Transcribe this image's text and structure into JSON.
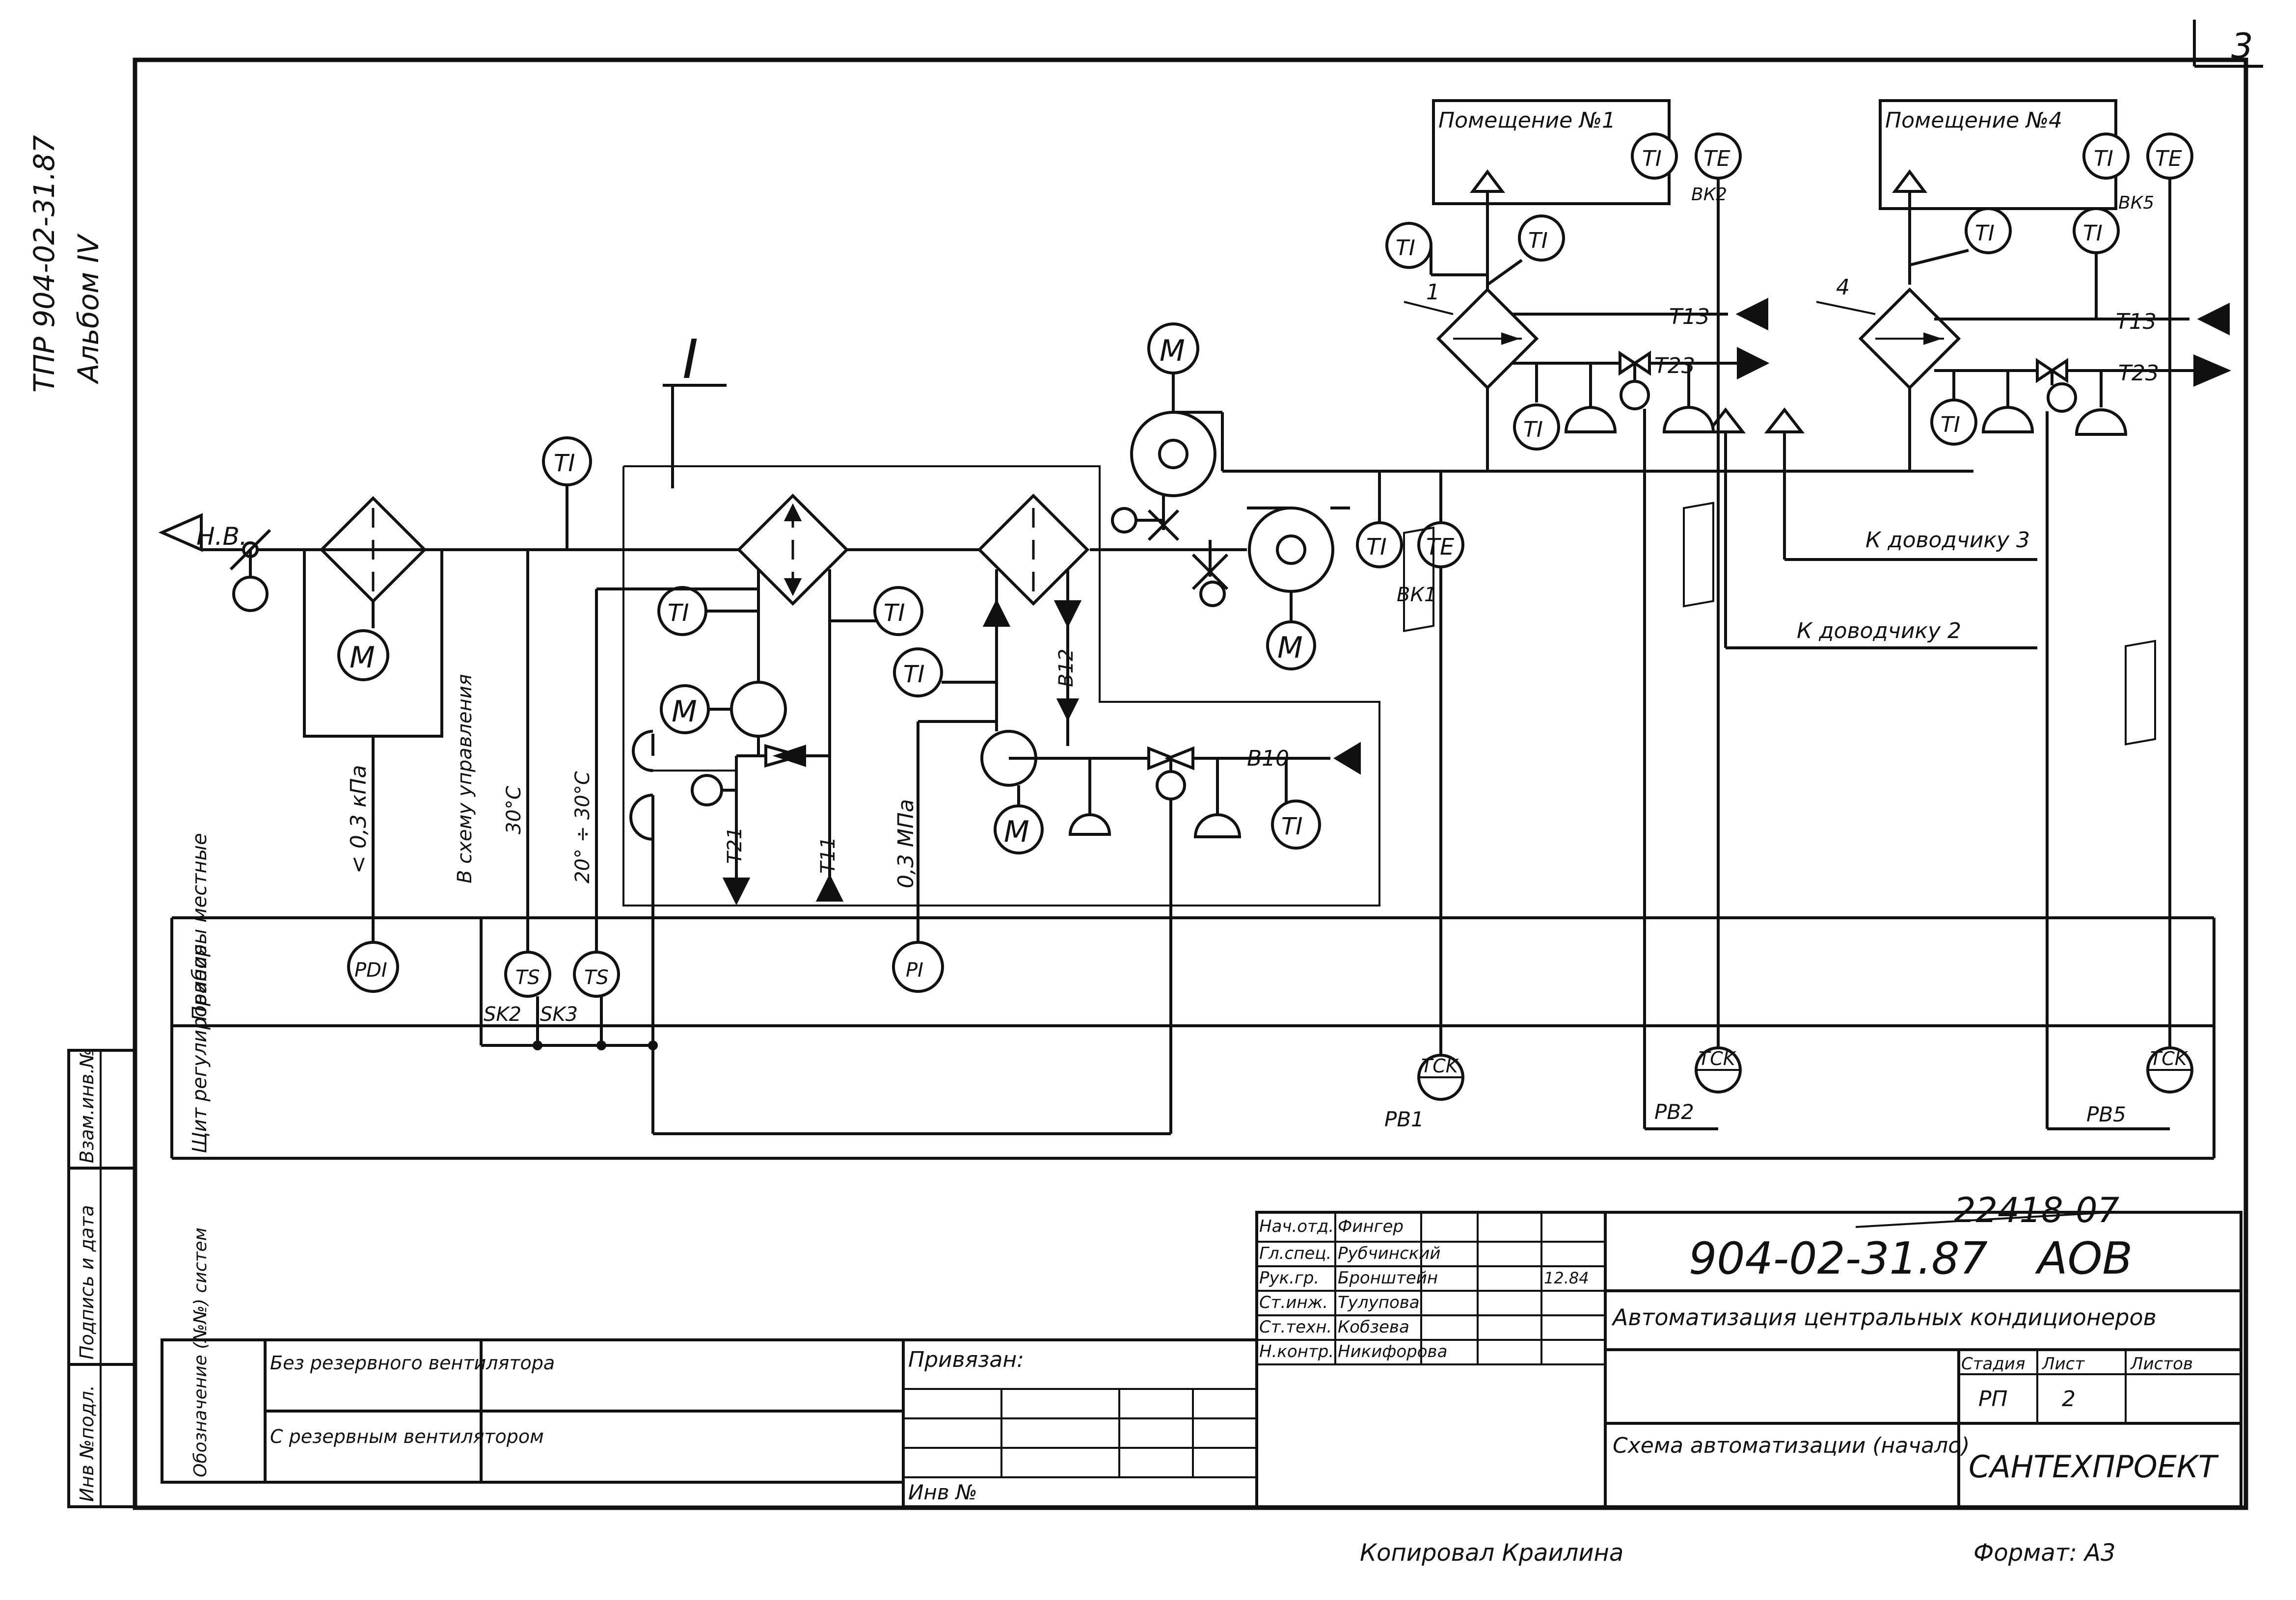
{
  "sheet": {
    "number": "3",
    "side_code": "ТПР 904-02-31.87",
    "side_album": "Альбом IV",
    "copied": "Копировал Краилина",
    "format": "Формат: А3",
    "doc_number_hand": "22418-07"
  },
  "rooms": [
    {
      "title": "Помещение №1",
      "te_tag": "ВК2",
      "pb": "РВ2"
    },
    {
      "title": "Помещение №4",
      "te_tag": "ВК5",
      "pb": "РВ5"
    }
  ],
  "labels": {
    "outdoor_air": "Н.В.",
    "section_mark": "I",
    "ti": "TI",
    "te": "TE",
    "pi": "PI",
    "pdi": "PDI",
    "ts": "TS",
    "tck": "TCK",
    "motor": "M",
    "unit1": "1",
    "unit4": "4",
    "t13": "T13",
    "t23": "T23",
    "t21": "T21",
    "t11": "T11",
    "b12": "B12",
    "b10": "B10",
    "vk1": "ВК1",
    "pb1": "РВ1",
    "sk2": "SK2",
    "sk3": "SK3",
    "to_closer3": "К доводчику 3",
    "to_closer2": "К доводчику 2",
    "pressure_diff": "< 0,3 кПа",
    "to_control": "В схему управления",
    "set_30": "30°С",
    "range_temp": "20° ÷ 30°С",
    "pressure": "0,3 МПа",
    "row_local": "Приборы местные",
    "row_panel": "Щит регулирования"
  },
  "title_block": {
    "code": "904-02-31.87",
    "mark": "АОВ",
    "title": "Автоматизация центральных кондиционеров",
    "subtitle": "Схема автоматизации (начало)",
    "org": "САНТЕХПРОЕКТ",
    "stage_h": "Стадия",
    "sheet_h": "Лист",
    "sheets_h": "Листов",
    "stage": "РП",
    "sheet": "2",
    "bound": "Привязан:",
    "inv": "Инв №",
    "date": "12.84",
    "staff": [
      {
        "role": "Нач.отд.",
        "name": "Фингер"
      },
      {
        "role": "Гл.спец.",
        "name": "Рубчинский"
      },
      {
        "role": "Рук.гр.",
        "name": "Бронштейн"
      },
      {
        "role": "Ст.инж.",
        "name": "Тулупова"
      },
      {
        "role": "Ст.техн.",
        "name": "Кобзева"
      },
      {
        "role": "Н.контр.",
        "name": "Никифорова"
      }
    ]
  },
  "legend": {
    "header": "Обозначение (№№) систем",
    "row1": "Без резервного вентилятора",
    "row2": "С резервным вентилятором"
  },
  "margin_stamp": [
    "Инв №подл.",
    "Подпись и дата",
    "Взам.инв.№"
  ]
}
